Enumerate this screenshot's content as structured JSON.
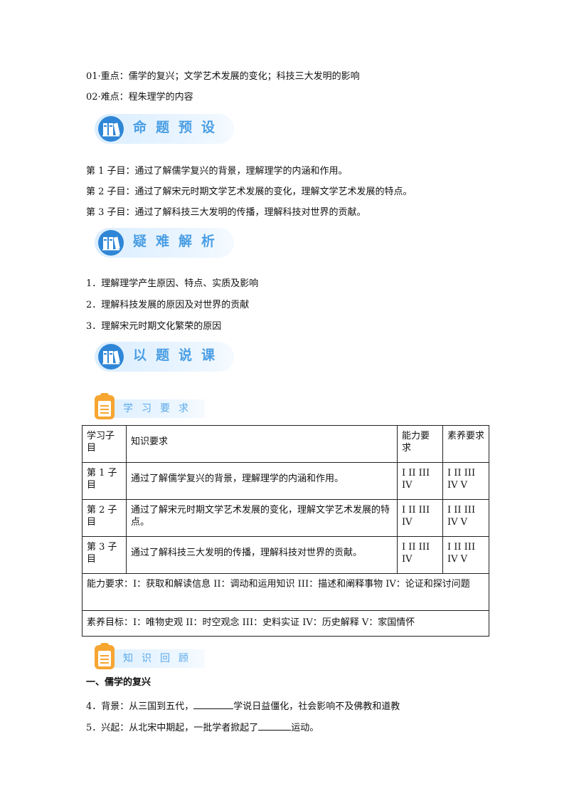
{
  "focus": {
    "key_point": "01·重点：儒学的复兴；文学艺术发展的变化；科技三大发明的影响",
    "difficult_point": "02·难点：程朱理学的内容"
  },
  "sections": {
    "preset": {
      "title": "命题预设",
      "items": [
        "第 1 子目：通过了解儒学复兴的背景，理解理学的内涵和作用。",
        "第 2 子目：通过了解宋元时期文学艺术发展的变化，理解文学艺术发展的特点。",
        "第 3 子目：通过了解科技三大发明的传播，理解科技对世界的贡献。"
      ]
    },
    "analysis": {
      "title": "疑难解析",
      "items": [
        "1．理解理学产生原因、特点、实质及影响",
        "2．理解科技发展的原因及对世界的贡献",
        "3．理解宋元时期文化繁荣的原因"
      ]
    },
    "lecture": {
      "title": "以题说课"
    }
  },
  "requirements": {
    "title": "学习要求",
    "headers": [
      "学习子目",
      "知识要求",
      "能力要求",
      "素养要求"
    ],
    "rows": [
      {
        "sub": "第 1 子目",
        "knowledge": "通过了解儒学复兴的背景，理解理学的内涵和作用。",
        "ability": "I II III IV",
        "literacy": "I II III IV V"
      },
      {
        "sub": "第 2 子目",
        "knowledge": "通过了解宋元时期文学艺术发展的变化，理解文学艺术发展的特点。",
        "ability": "I II III IV",
        "literacy": "I II III IV V"
      },
      {
        "sub": "第 3 子目",
        "knowledge": "通过了解科技三大发明的传播，理解科技对世界的贡献。",
        "ability": "I II III IV",
        "literacy": "I II III IV V"
      }
    ],
    "ability_note": "能力要求：I：获取和解读信息  II：调动和运用知识  III：描述和阐释事物  IV：论证和探讨问题",
    "literacy_note": "素养目标：I：唯物史观  II：时空观念  III：史料实证   IV：历史解释  V：家国情怀"
  },
  "review": {
    "title": "知识回顾",
    "heading": "一、儒学的复兴",
    "q4_before": "4．背景：从三国到五代，",
    "q4_after": "学说日益僵化，社会影响不及佛教和道教",
    "q5_before": "5．兴起：从北宋中期起，一批学者掀起了",
    "q5_after": "运动。"
  },
  "icons": [
    "books-icon",
    "clipboard-icon"
  ]
}
